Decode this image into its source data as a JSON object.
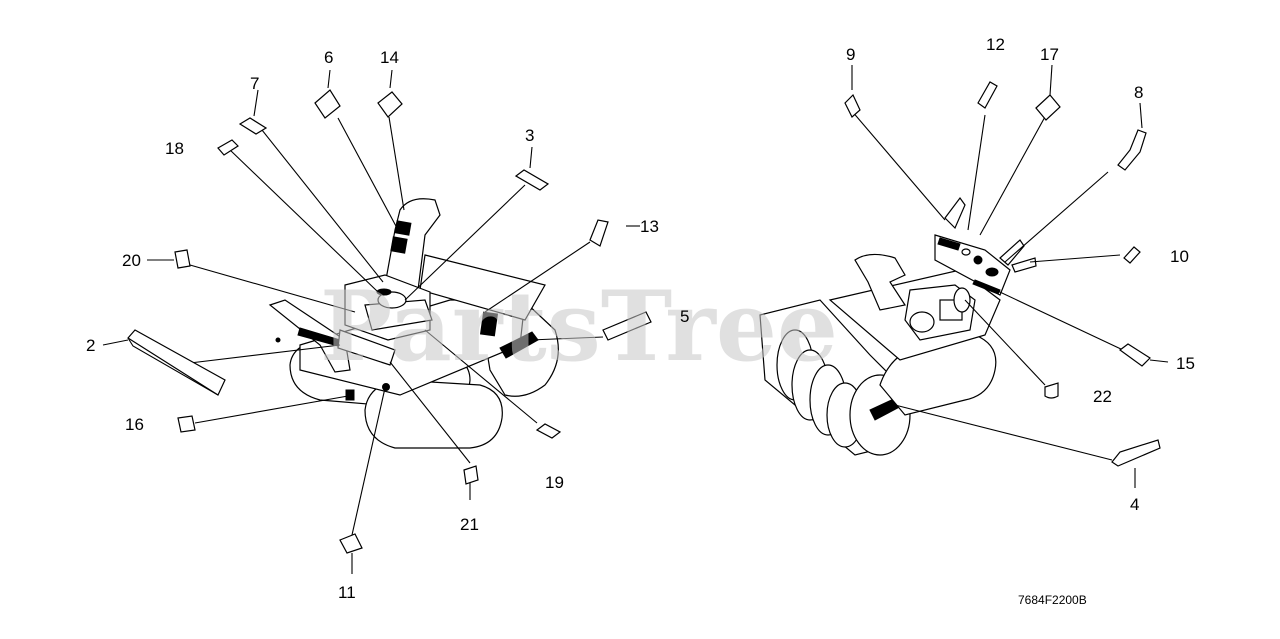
{
  "diagram": {
    "watermark": "PartsTree",
    "drawing_code": "7684F2200B",
    "callouts": {
      "c1": "2",
      "c2": "3",
      "c3": "4",
      "c4": "5",
      "c5": "6",
      "c6": "7",
      "c7": "8",
      "c8": "9",
      "c9": "10",
      "c10": "11",
      "c11": "12",
      "c12": "13",
      "c13": "14",
      "c14": "15",
      "c15": "16",
      "c16": "17",
      "c17": "18",
      "c18": "19",
      "c19": "20",
      "c20": "21",
      "c21": "22"
    }
  }
}
